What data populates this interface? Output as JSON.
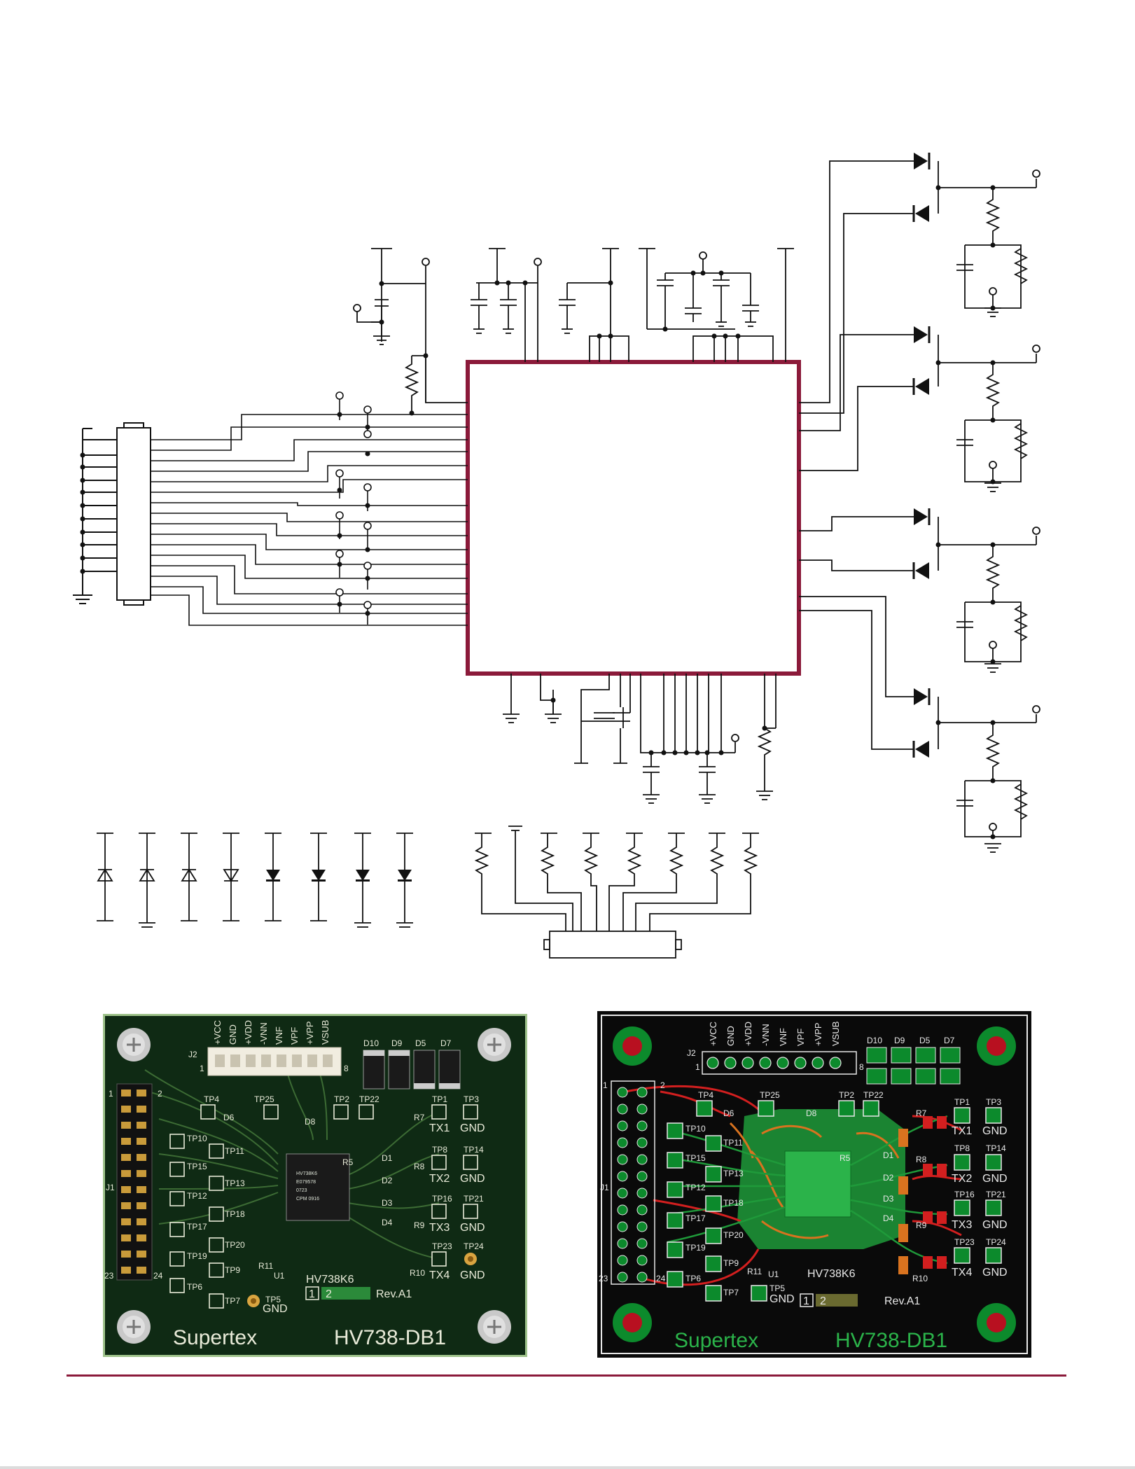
{
  "colors": {
    "ic_outline": "#8b1a3a",
    "footer_rule": "#8b1a3a",
    "wire": "#111111",
    "photo_board": "#0f2a14",
    "photo_silk": "#e8ead8",
    "layout_bg": "#0a0a0a",
    "layout_copper_green": "#1f9a3a",
    "layout_copper_red": "#d21f1f",
    "layout_copper_orange": "#d9731f",
    "layout_silk": "#e8e8e8",
    "layout_pad_green": "#0c8a2c",
    "layout_pad_red": "#b81020"
  },
  "photo_board": {
    "connector_label": "J2",
    "pin1": "1",
    "pin8": "8",
    "power_labels": [
      "+VCC",
      "GND",
      "+VDD",
      "-VNN",
      "VNF",
      "VPF",
      "+VPP",
      "VSUB"
    ],
    "diodes": [
      "D10",
      "D9",
      "D5",
      "D7"
    ],
    "header_label": "J1",
    "header_pins": [
      "1",
      "2",
      "23",
      "24"
    ],
    "test_points": [
      "TP4",
      "TP25",
      "TP2",
      "TP22",
      "TP1",
      "TP3",
      "TP10",
      "TP11",
      "TP15",
      "TP13",
      "TP12",
      "TP18",
      "TP17",
      "TP20",
      "TP19",
      "TP9",
      "TP6",
      "TP7",
      "TP5",
      "TP8",
      "TP14",
      "TP16",
      "TP21",
      "TP23",
      "TP24"
    ],
    "parts": [
      "D6",
      "D8",
      "R7",
      "R5",
      "D1",
      "D2",
      "R8",
      "D3",
      "D4",
      "R9",
      "R10",
      "R11",
      "U1"
    ],
    "outputs": [
      "TX1",
      "TX2",
      "TX3",
      "TX4"
    ],
    "gnd": "GND",
    "chip_text": [
      "HV738K6",
      "E079578",
      "0723",
      "CPM 0916"
    ],
    "board_name": "HV738K6",
    "rev": "Rev.A1",
    "rev_boxes": [
      "1",
      "2"
    ],
    "brand": "Supertex",
    "board_id": "HV738-DB1"
  },
  "layout_board": {
    "connector_label": "J2",
    "pin1": "1",
    "pin8": "8",
    "power_labels": [
      "+VCC",
      "GND",
      "+VDD",
      "-VNN",
      "VNF",
      "VPF",
      "+VPP",
      "VSUB"
    ],
    "diodes": [
      "D10",
      "D9",
      "D5",
      "D7"
    ],
    "header_label": "J1",
    "header_pins": [
      "1",
      "2",
      "23",
      "24"
    ],
    "test_points": [
      "TP4",
      "TP25",
      "TP2",
      "TP22",
      "TP1",
      "TP3",
      "TP10",
      "TP11",
      "TP15",
      "TP13",
      "TP12",
      "TP18",
      "TP17",
      "TP20",
      "TP19",
      "TP9",
      "TP6",
      "TP7",
      "TP5",
      "TP8",
      "TP14",
      "TP16",
      "TP21",
      "TP23",
      "TP24"
    ],
    "parts": [
      "D6",
      "D8",
      "R7",
      "R5",
      "D1",
      "D2",
      "R8",
      "D3",
      "D4",
      "R9",
      "R10",
      "R11",
      "U1"
    ],
    "outputs": [
      "TX1",
      "TX2",
      "TX3",
      "TX4"
    ],
    "gnd": "GND",
    "board_name": "HV738K6",
    "rev": "Rev.A1",
    "rev_boxes": [
      "1",
      "2"
    ],
    "brand": "Supertex",
    "board_id": "HV738-DB1"
  }
}
